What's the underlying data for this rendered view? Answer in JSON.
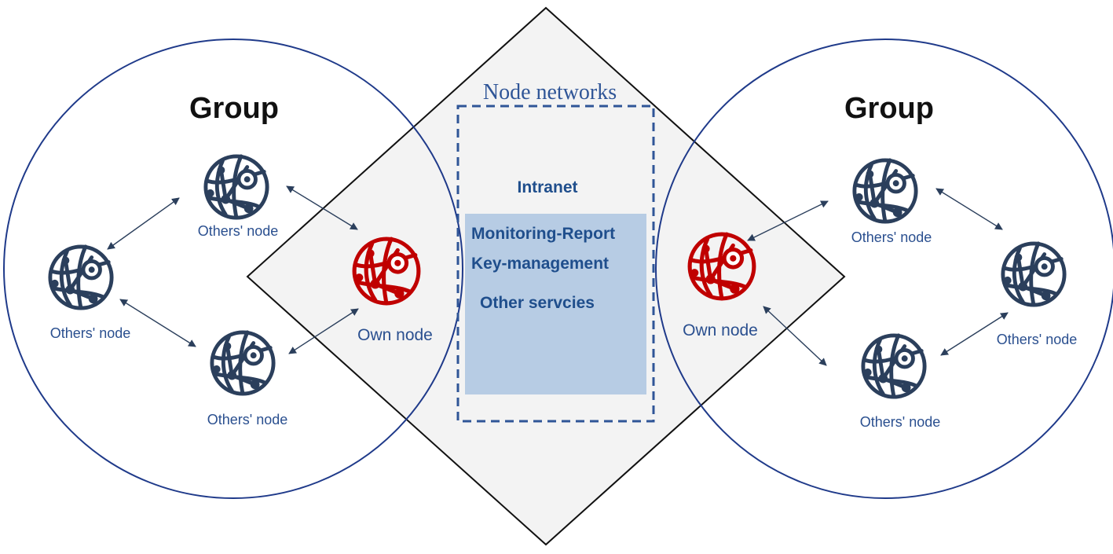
{
  "diagram": {
    "left_group": {
      "title": "Group"
    },
    "right_group": {
      "title": "Group"
    },
    "node_networks": {
      "title": "Node networks",
      "intranet_label": "Intranet",
      "services": [
        "Monitoring-Report",
        "Key-management",
        "Other servcies"
      ]
    },
    "labels": {
      "others_node": "Others' node",
      "own_node": "Own node"
    },
    "colors": {
      "circle_stroke": "#1f3a8a",
      "diamond_fill": "#f3f3f3",
      "diamond_stroke": "#111111",
      "dashed_box": "#2f5597",
      "services_fill": "#b7cce4",
      "own_node_icon": "#c00000",
      "others_node_icon": "#2b3f5c",
      "arrow": "#2b3f5c"
    },
    "icons": {
      "own_node": "globe-network-icon",
      "others_node": "globe-network-icon"
    }
  }
}
